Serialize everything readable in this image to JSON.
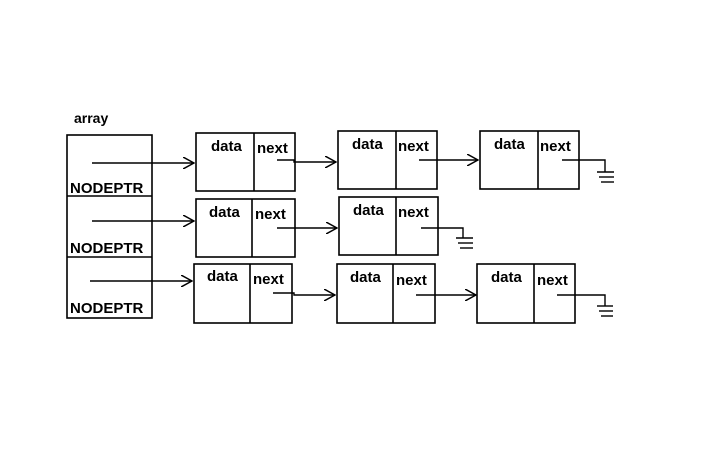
{
  "diagram": {
    "array_label": "array",
    "array_slots": [
      {
        "label": "NODEPTR"
      },
      {
        "label": "NODEPTR"
      },
      {
        "label": "NODEPTR"
      }
    ],
    "rows": [
      {
        "nodes": [
          {
            "data": "data",
            "next": "next"
          },
          {
            "data": "data",
            "next": "next"
          },
          {
            "data": "data",
            "next": "next"
          }
        ]
      },
      {
        "nodes": [
          {
            "data": "data",
            "next": "next"
          },
          {
            "data": "data",
            "next": "next"
          }
        ]
      },
      {
        "nodes": [
          {
            "data": "data",
            "next": "next"
          },
          {
            "data": "data",
            "next": "next"
          },
          {
            "data": "data",
            "next": "next"
          }
        ]
      }
    ],
    "colors": {
      "stroke": "#000000",
      "background": "#ffffff"
    }
  }
}
